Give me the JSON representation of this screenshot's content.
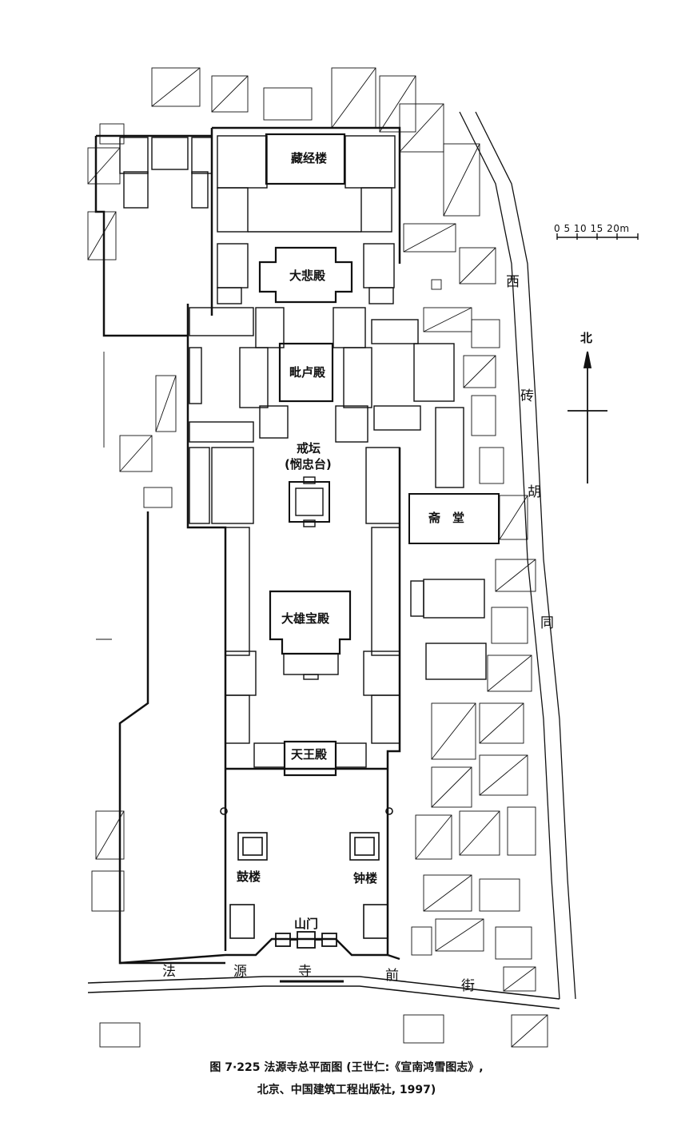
{
  "buildings": {
    "sutra_library": "藏经楼",
    "great_compassion_hall": "大悲殿",
    "vairocana_hall": "毗卢殿",
    "ordination_platform": "戒坛",
    "ordination_platform_alt": "(悯忠台)",
    "refectory": "斋　堂",
    "mahavira_hall": "大雄宝殿",
    "heavenly_kings_hall": "天王殿",
    "drum_tower": "鼓楼",
    "bell_tower": "钟楼",
    "mountain_gate": "山门"
  },
  "streets": {
    "east_alley": [
      "西",
      "砖",
      "胡",
      "同"
    ],
    "front_street": [
      "法",
      "源",
      "寺",
      "前",
      "街"
    ]
  },
  "north_label": "北",
  "scale_bar": "0  5  10 15 20m",
  "caption": {
    "line1": "图 7·225 法源寺总平面图 (王世仁:《宣南鸿雪图志》,",
    "line2": "北京、中国建筑工程出版社, 1997)"
  },
  "colors": {
    "ink": "#111111",
    "paper": "#ffffff"
  }
}
